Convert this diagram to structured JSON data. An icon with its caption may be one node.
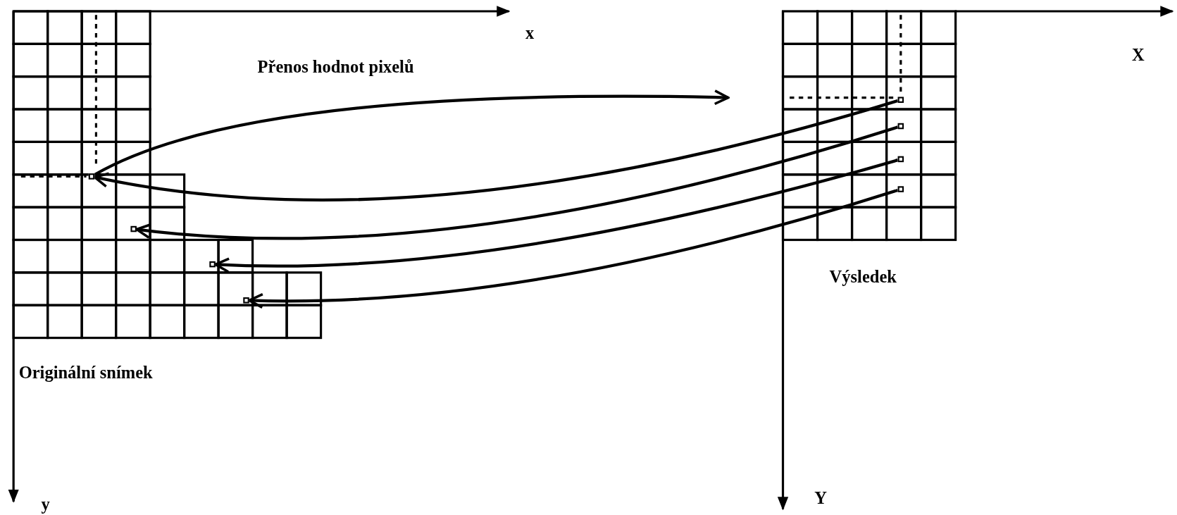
{
  "diagram": {
    "nodes": [
      {
        "text": [
          "Originální snímek"
        ]
      },
      {
        "text": [
          "Výsledek"
        ]
      },
      {
        "text": [],
        "shape": "box",
        "in": 0
      },
      {
        "text": [],
        "shape": "box",
        "in": 0
      },
      {
        "text": [],
        "shape": "box",
        "in": 0
      },
      {
        "text": [],
        "shape": "box",
        "in": 0
      },
      {
        "text": [],
        "shape": "box",
        "in": 1
      },
      {
        "text": [],
        "shape": "box",
        "in": 1
      },
      {
        "text": [],
        "shape": "box",
        "in": 1
      },
      {
        "text": [],
        "shape": "box",
        "in": 1
      }
    ],
    "edges": [
      {
        "from": 2,
        "to": null,
        "arrow": "to",
        "label": "Přenos hodnot pixelů"
      },
      {
        "from": 6,
        "to": 2,
        "arrow": "to"
      },
      {
        "from": 7,
        "to": 3,
        "arrow": "to"
      },
      {
        "from": 8,
        "to": 4,
        "arrow": "to"
      },
      {
        "from": 9,
        "to": 5,
        "arrow": "to"
      }
    ],
    "labels": [
      "x",
      "X",
      "y",
      "Y"
    ]
  }
}
